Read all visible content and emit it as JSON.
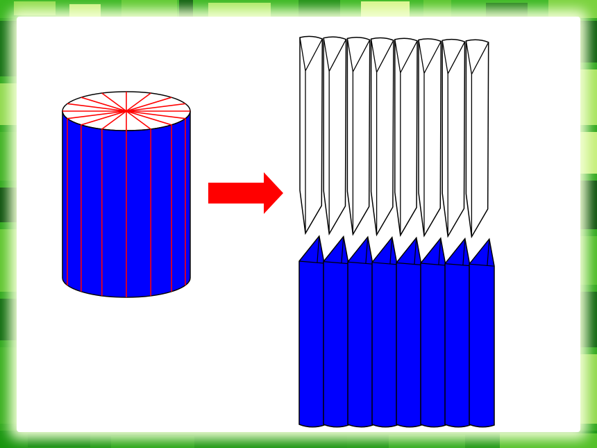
{
  "colors": {
    "frame_dark": "#0a8f0a",
    "frame_mid": "#34b41e",
    "frame_light": "#9fe05a",
    "panel": "#ffffff",
    "cylinder_fill": "#0000ff",
    "cut_lines": "#ff0000",
    "arrow": "#ff0000",
    "outline": "#000000",
    "wedge_top_fill": "#ffffff",
    "wedge_bottom_fill": "#0000ff"
  },
  "figure": {
    "sectors": 16,
    "top_wedges": 8,
    "bottom_wedges": 8
  },
  "icons": {
    "arrow": "right-arrow-icon"
  }
}
